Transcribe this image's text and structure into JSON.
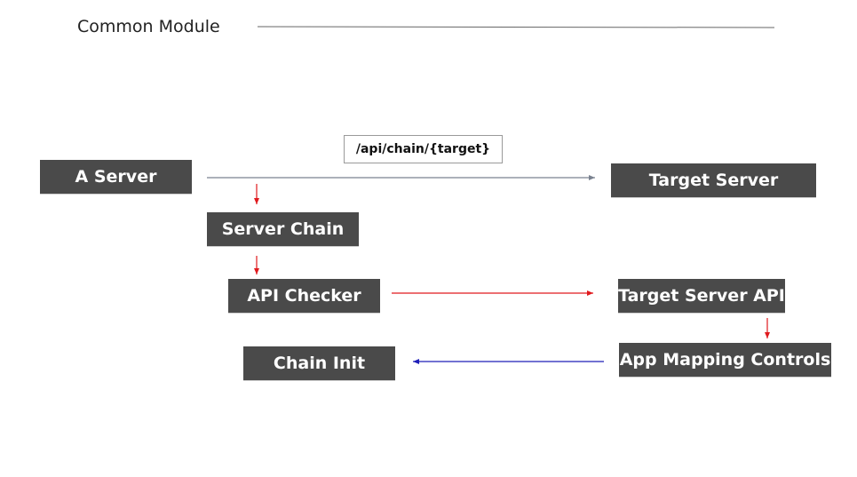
{
  "title": "Common Module",
  "route_label": "/api/chain/{target}",
  "colors": {
    "box_fill": "#4a4a4a",
    "box_text": "#ffffff",
    "rule": "#666666",
    "flow_gray": "#7a8290",
    "flow_red": "#e0191d",
    "flow_blue": "#1f1fb8"
  },
  "nodes": {
    "a_server": "A Server",
    "server_chain": "Server Chain",
    "api_checker": "API Checker",
    "chain_init": "Chain Init",
    "target_server": "Target Server",
    "target_server_api": "Target Server API",
    "app_mapping_controls": "App Mapping Controls"
  }
}
